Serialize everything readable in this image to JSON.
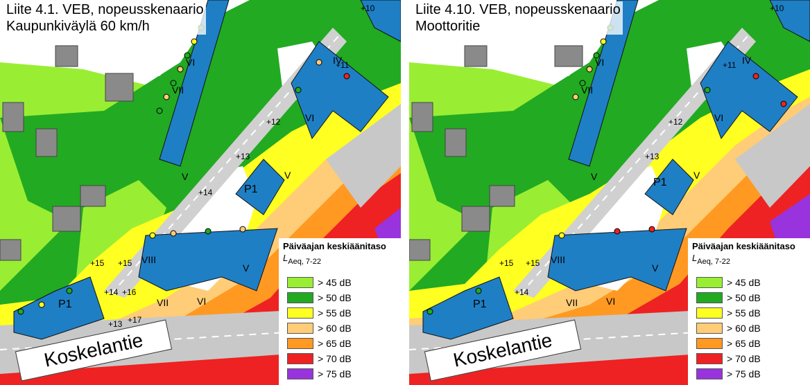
{
  "panels": [
    {
      "title_line1": "Liite 4.1. VEB, nopeusskenaario",
      "title_line2": "Kaupunkiväylä 60 km/h",
      "road_name": "Koskelantie",
      "zone_labels": [
        "P1",
        "P1"
      ],
      "roman_labels": [
        "VII",
        "VI",
        "V",
        "IV",
        "VI",
        "V",
        "VIII",
        "VII",
        "VI",
        "V"
      ],
      "level_labels": [
        "+10",
        "+11",
        "+12",
        "+13",
        "+14",
        "+15",
        "+15",
        "+14",
        "+16",
        "+13",
        "+17"
      ]
    },
    {
      "title_line1": "Liite 4.10. VEB, nopeusskenaario",
      "title_line2": "Moottoritie",
      "road_name": "Koskelantie",
      "zone_labels": [
        "P1",
        "P1"
      ],
      "roman_labels": [
        "VII",
        "VI",
        "V",
        "IV",
        "VI",
        "V",
        "VIII",
        "VII",
        "VI",
        "V"
      ],
      "level_labels": [
        "+10",
        "+11",
        "+12",
        "+13",
        "+15",
        "+15",
        "+14"
      ]
    }
  ],
  "legend": {
    "title": "Päiväajan keskiäänitaso",
    "symbol": "L",
    "symbol_sub": "Aeq, 7-22",
    "items": [
      {
        "label": "> 45 dB",
        "color": "#99ee33"
      },
      {
        "label": "> 50 dB",
        "color": "#22aa22"
      },
      {
        "label": "> 55 dB",
        "color": "#ffff22"
      },
      {
        "label": "> 60 dB",
        "color": "#ffcc77"
      },
      {
        "label": "> 65 dB",
        "color": "#ff9922"
      },
      {
        "label": "> 70 dB",
        "color": "#ee2222"
      },
      {
        "label": "> 75 dB",
        "color": "#9933dd"
      }
    ]
  },
  "colors": {
    "building_blue": "#1f7fc4",
    "existing_building": "#8a8a8a",
    "road": "#c8c8c8"
  }
}
